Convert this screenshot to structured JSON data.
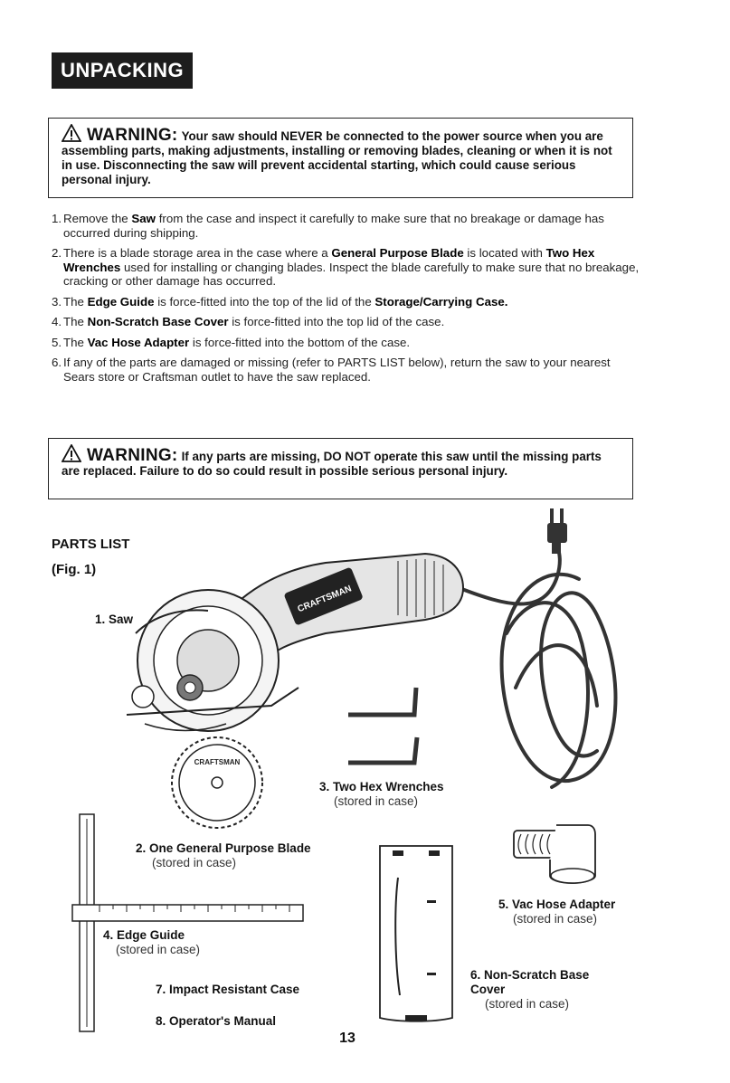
{
  "section_title": "UNPACKING",
  "warning1": {
    "heading": "WARNING:",
    "text": "Your saw should NEVER be connected to the power source when you are assembling parts, making adjustments, installing or removing blades, cleaning or when it is not in use. Disconnecting the saw will prevent accidental starting, which could cause serious personal injury."
  },
  "steps": [
    {
      "num": "1.",
      "runs": [
        {
          "t": "Remove the "
        },
        {
          "t": "Saw",
          "b": true
        },
        {
          "t": " from the case and inspect it carefully to make sure that no breakage or damage has occurred during shipping."
        }
      ]
    },
    {
      "num": "2.",
      "runs": [
        {
          "t": "There is a blade storage area in the case where a "
        },
        {
          "t": "General Purpose Blade",
          "b": true
        },
        {
          "t": " is located with "
        },
        {
          "t": "Two Hex Wrenches",
          "b": true
        },
        {
          "t": " used for installing or changing blades. Inspect the blade carefully to make sure that no breakage, cracking or other damage has occurred."
        }
      ]
    },
    {
      "num": "3.",
      "runs": [
        {
          "t": "The "
        },
        {
          "t": "Edge Guide",
          "b": true
        },
        {
          "t": " is force-fitted into the top of the lid of the "
        },
        {
          "t": "Storage/Carrying Case.",
          "b": true
        }
      ]
    },
    {
      "num": "4.",
      "runs": [
        {
          "t": "The "
        },
        {
          "t": "Non-Scratch Base Cover",
          "b": true
        },
        {
          "t": " is force-fitted into the top lid of the case."
        }
      ]
    },
    {
      "num": "5.",
      "runs": [
        {
          "t": "The "
        },
        {
          "t": "Vac Hose Adapter",
          "b": true
        },
        {
          "t": " is force-fitted into the bottom of the case."
        }
      ]
    },
    {
      "num": "6.",
      "runs": [
        {
          "t": "If any of the parts are damaged or missing (refer to PARTS LIST below), return the saw to your nearest Sears store or Craftsman outlet to have the saw replaced."
        }
      ]
    }
  ],
  "warning2": {
    "heading": "WARNING:",
    "text": "If any parts are missing, DO NOT operate this saw until the missing parts are replaced. Failure to do so could result in possible serious personal injury."
  },
  "parts_list": {
    "title": "PARTS LIST",
    "figure_ref": "(Fig. 1)",
    "items": [
      {
        "label": "1. Saw",
        "note": ""
      },
      {
        "label": "2. One General Purpose Blade",
        "note": "(stored in case)"
      },
      {
        "label": "3. Two Hex Wrenches",
        "note": "(stored in case)"
      },
      {
        "label": "4. Edge Guide",
        "note": "(stored in case)"
      },
      {
        "label": "5. Vac Hose Adapter",
        "note": "(stored in case)"
      },
      {
        "label": "6. Non-Scratch Base Cover",
        "note": "(stored in case)"
      },
      {
        "label": "7. Impact Resistant Case",
        "note": ""
      },
      {
        "label": "8. Operator's Manual",
        "note": ""
      }
    ]
  },
  "saw_brand_text": "CRAFTSMAN",
  "blade_hub_text": "CRAFTSMAN",
  "page_number": "13"
}
